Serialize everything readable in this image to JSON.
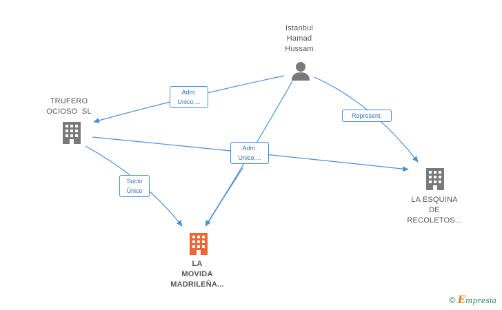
{
  "colors": {
    "edge": "#4a8fd9",
    "company_grey": "#7a7a7a",
    "company_highlight": "#ef6533",
    "person": "#7a7a7a"
  },
  "nodes": {
    "person": {
      "lines": [
        "Istanbul",
        "Hamad",
        "Hussam"
      ],
      "icon": "person-icon"
    },
    "trufero": {
      "lines": [
        "TRUFERO",
        "OCIOSO  SL"
      ],
      "icon": "building-icon"
    },
    "esquina": {
      "lines": [
        "LA ESQUINA",
        "DE",
        "RECOLETOS..."
      ],
      "icon": "building-icon"
    },
    "movida": {
      "lines": [
        "LA",
        "MOVIDA",
        "MADRILEÑA..."
      ],
      "icon": "building-icon"
    }
  },
  "edges": {
    "person_trufero": {
      "lines": [
        "Adm.",
        "Unico,..."
      ]
    },
    "person_esquina": {
      "lines": [
        "Represent."
      ]
    },
    "trufero_esquina": {
      "lines": [
        "Adm.",
        "Unico,..."
      ]
    },
    "trufero_movida": {
      "lines": [
        "Socio",
        "Único"
      ]
    }
  },
  "footer": {
    "copyright": "©",
    "brand_first": "E",
    "brand_rest": "mpresia"
  }
}
